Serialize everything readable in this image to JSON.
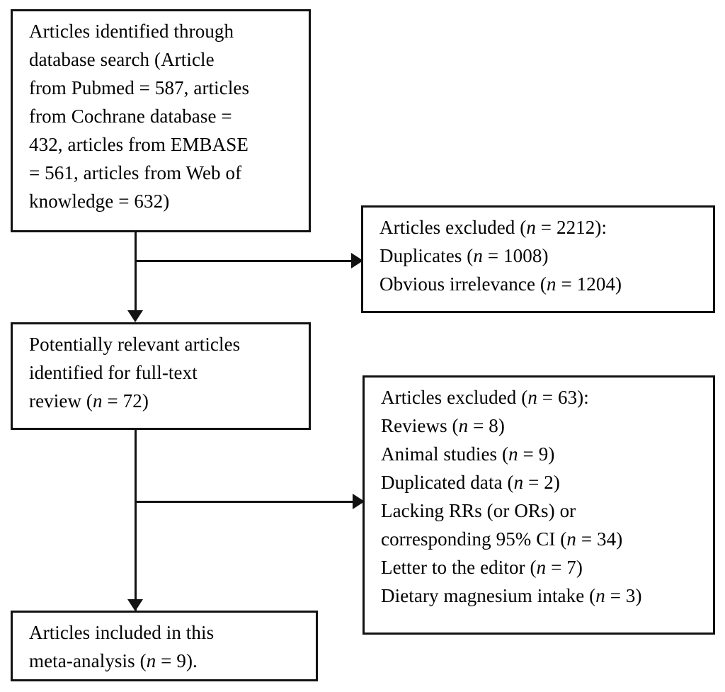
{
  "diagram": {
    "type": "prisma-flow-diagram",
    "title": "",
    "colors": {
      "border": "#121212",
      "background": "#ffffff",
      "text": "#000000"
    },
    "boxes": {
      "identified": {
        "name": "articles-identified",
        "text": "Articles identified through database search (Article from Pubmed = 587, articles from Cochrane database = 432, articles from EMBASE = 561, articles from Web of knowledge = 632)",
        "counts": {
          "pubmed": 587,
          "cochrane": 432,
          "embase": 561,
          "web_of_knowledge": 632
        }
      },
      "excluded_screening": {
        "name": "articles-excluded-screening",
        "lines": [
          "Articles excluded (n = 2212):",
          "Duplicates (n = 1008)",
          "Obvious irrelevance (n = 1204)"
        ],
        "total": 2212,
        "reasons": [
          {
            "label": "Duplicates",
            "n": 1008
          },
          {
            "label": "Obvious irrelevance",
            "n": 1204
          }
        ]
      },
      "relevant": {
        "name": "potentially-relevant-articles",
        "text": "Potentially relevant articles identified for full-text review (n = 72)",
        "n": 72
      },
      "excluded_fulltext": {
        "name": "articles-excluded-fulltext",
        "lines": [
          "Articles excluded (n = 63):",
          "Reviews (n = 8)",
          "Animal studies (n = 9)",
          "Duplicated data (n = 2)",
          "Lacking RRs (or ORs) or",
          "corresponding 95% CI (n = 34)",
          "Letter to the editor (n = 7)",
          "Dietary magnesium intake (n = 3)"
        ],
        "total": 63,
        "reasons": [
          {
            "label": "Reviews",
            "n": 8
          },
          {
            "label": "Animal studies",
            "n": 9
          },
          {
            "label": "Duplicated data",
            "n": 2
          },
          {
            "label": "Lacking RRs (or ORs) or corresponding 95% CI",
            "n": 34
          },
          {
            "label": "Letter to the editor",
            "n": 7
          },
          {
            "label": "Dietary magnesium intake",
            "n": 3
          }
        ]
      },
      "included": {
        "name": "articles-included",
        "text": "Articles included in this meta-analysis (n = 9).",
        "n": 9
      }
    },
    "connectors": [
      {
        "name": "identified-to-relevant",
        "style": "arrow-down"
      },
      {
        "name": "identified-to-excluded-screening",
        "style": "arrow-right"
      },
      {
        "name": "relevant-to-included",
        "style": "arrow-down"
      },
      {
        "name": "relevant-to-excluded-fulltext",
        "style": "arrow-right"
      }
    ]
  }
}
